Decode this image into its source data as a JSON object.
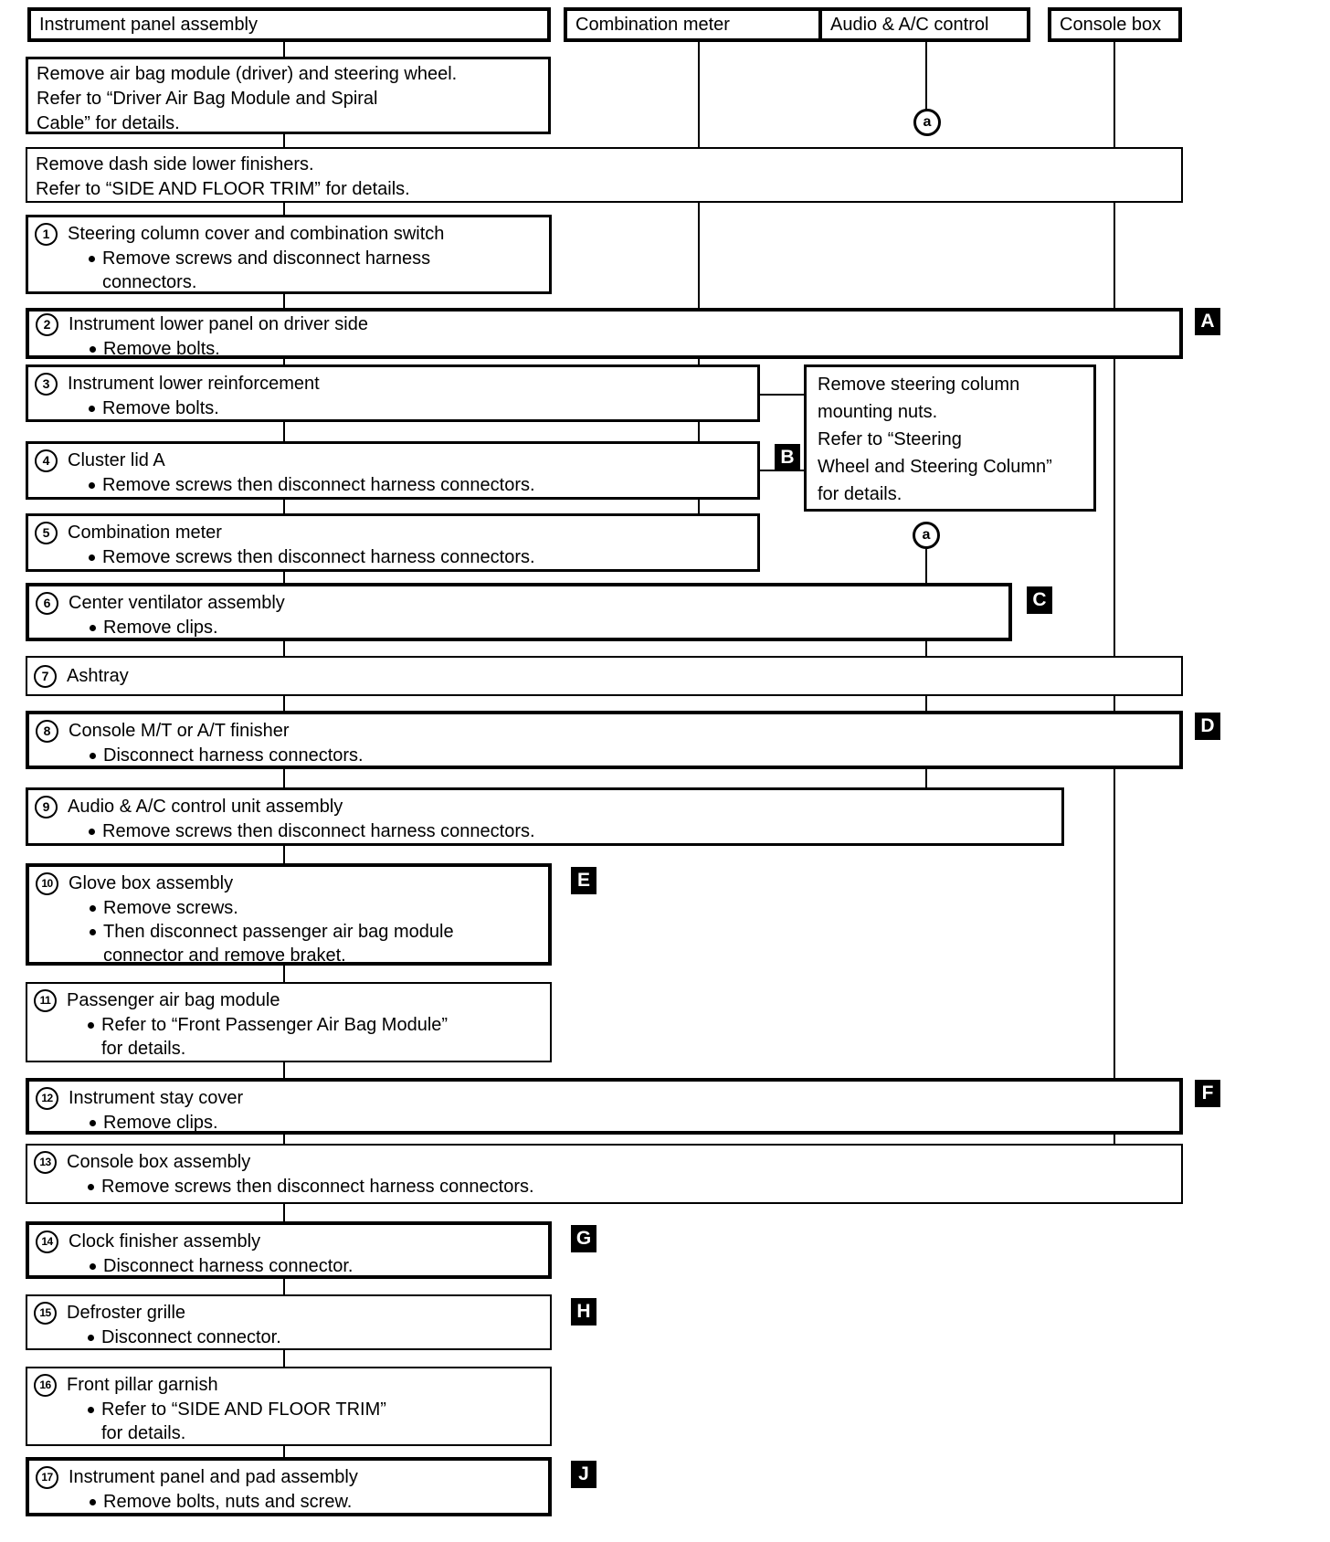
{
  "headers": [
    "Instrument panel assembly",
    "Combination meter",
    "Audio & A/C control",
    "Console box"
  ],
  "pre_steps": {
    "airbag": [
      "Remove air bag module (driver) and steering wheel.",
      "Refer to “Driver Air Bag Module  and Spiral",
      "Cable” for details."
    ],
    "dash": [
      "Remove dash side lower finishers.",
      "Refer to “SIDE AND FLOOR TRIM” for details."
    ]
  },
  "side_note": [
    "Remove steering column",
    "mounting nuts.",
    "Refer to “Steering",
    "Wheel and Steering Column”",
    "for details."
  ],
  "connectors": {
    "label": "a"
  },
  "steps": [
    {
      "num": "1",
      "title": "Steering column cover and combination switch",
      "lines": [
        "Remove screws and disconnect harness",
        "connectors."
      ]
    },
    {
      "num": "2",
      "title": "Instrument lower panel on driver side",
      "lines": [
        "Remove bolts."
      ]
    },
    {
      "num": "3",
      "title": "Instrument lower reinforcement",
      "lines": [
        "Remove bolts."
      ]
    },
    {
      "num": "4",
      "title": "Cluster lid A",
      "lines": [
        "Remove screws then disconnect harness connectors."
      ]
    },
    {
      "num": "5",
      "title": "Combination meter",
      "lines": [
        "Remove screws then disconnect harness connectors."
      ]
    },
    {
      "num": "6",
      "title": "Center ventilator assembly",
      "lines": [
        "Remove clips."
      ]
    },
    {
      "num": "7",
      "title": "Ashtray",
      "lines": []
    },
    {
      "num": "8",
      "title": "Console M/T or A/T finisher",
      "lines": [
        "Disconnect harness connectors."
      ]
    },
    {
      "num": "9",
      "title": "Audio & A/C control unit assembly",
      "lines": [
        "Remove screws then disconnect harness connectors."
      ]
    },
    {
      "num": "10",
      "title": "Glove box assembly",
      "lines": [
        "Remove screws.",
        "Then disconnect passenger air bag module",
        "connector and remove braket."
      ]
    },
    {
      "num": "11",
      "title": "Passenger air bag module",
      "lines": [
        "Refer to “Front Passenger Air Bag Module”",
        "for details."
      ]
    },
    {
      "num": "12",
      "title": "Instrument stay cover",
      "lines": [
        "Remove clips."
      ]
    },
    {
      "num": "13",
      "title": "Console box assembly",
      "lines": [
        "Remove screws then disconnect harness connectors."
      ]
    },
    {
      "num": "14",
      "title": "Clock finisher assembly",
      "lines": [
        "Disconnect harness connector."
      ]
    },
    {
      "num": "15",
      "title": "Defroster grille",
      "lines": [
        "Disconnect connector."
      ]
    },
    {
      "num": "16",
      "title": "Front pillar garnish",
      "lines": [
        "Refer to “SIDE AND FLOOR TRIM”",
        "for details."
      ]
    },
    {
      "num": "17",
      "title": "Instrument panel and pad assembly",
      "lines": [
        "Remove bolts, nuts and screw."
      ]
    }
  ],
  "markers": {
    "A": "A",
    "B": "B",
    "C": "C",
    "D": "D",
    "E": "E",
    "F": "F",
    "G": "G",
    "H": "H",
    "J": "J"
  }
}
